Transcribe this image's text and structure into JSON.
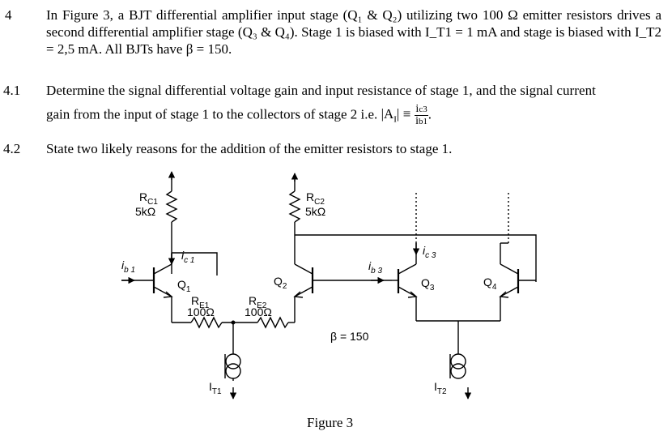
{
  "q4": {
    "number": "4",
    "text": "In Figure 3, a BJT differential amplifier input stage (Q₁ & Q₂) utilizing two 100 Ω emitter resistors drives a second differential amplifier stage (Q₃ & Q₄). Stage 1 is biased with I_T1 = 1 mA and stage is biased with I_T2 = 2,5 mA. All BJTs have β = 150."
  },
  "q4_1": {
    "number": "4.1",
    "line1": "Determine the signal differential voltage gain and input resistance of stage 1, and the signal current",
    "line2": "gain from the input of stage 1 to the collectors of stage 2 i.e.",
    "lhs": "|A",
    "lhs_sub": "I",
    "lhs_end": "| ≡",
    "frac_num": "i",
    "frac_num_sub": "c3",
    "frac_den": "i",
    "frac_den_sub": "b1",
    "end": "."
  },
  "q4_2": {
    "number": "4.2",
    "text": "State two likely reasons for the addition of the emitter resistors to stage 1."
  },
  "figure": {
    "caption": "Figure 3",
    "beta": "β = 150",
    "rc1": {
      "name": "R",
      "sub": "C1",
      "value": "5kΩ"
    },
    "rc2": {
      "name": "R",
      "sub": "C2",
      "value": "5kΩ"
    },
    "re1": {
      "name": "R",
      "sub": "E1",
      "value": "100Ω"
    },
    "re2": {
      "name": "R",
      "sub": "E2",
      "value": "100Ω"
    },
    "ib1": {
      "name": "i",
      "sub": "b 1"
    },
    "ic1": {
      "name": "i",
      "sub": "c 1"
    },
    "ib3": {
      "name": "i",
      "sub": "b 3"
    },
    "ic3": {
      "name": "i",
      "sub": "c 3"
    },
    "q1": {
      "name": "Q",
      "sub": "1"
    },
    "q2": {
      "name": "Q",
      "sub": "2"
    },
    "q3": {
      "name": "Q",
      "sub": "3"
    },
    "q4": {
      "name": "Q",
      "sub": "4"
    },
    "it1": {
      "name": "I",
      "sub": "T1"
    },
    "it2": {
      "name": "I",
      "sub": "T2"
    }
  }
}
